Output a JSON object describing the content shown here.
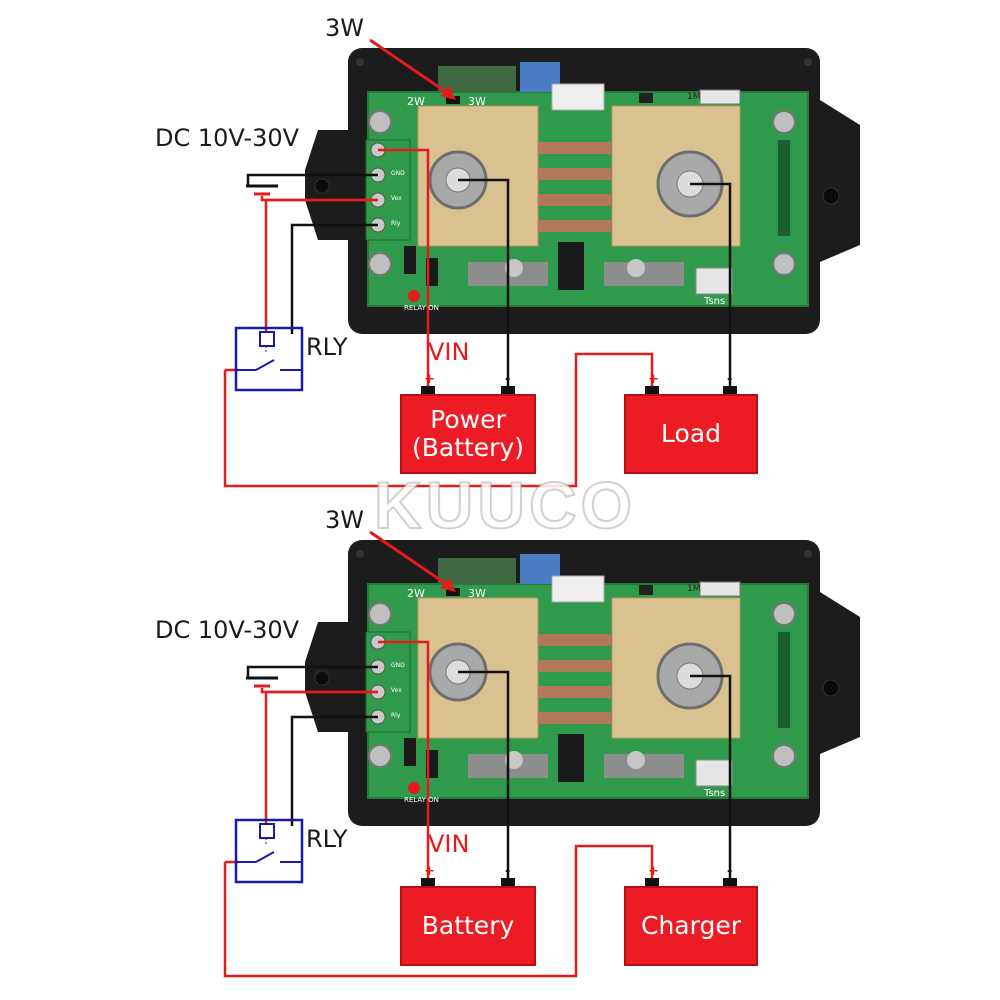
{
  "diagrams": [
    {
      "jumper_callout": "3W",
      "jumper_left": "2W",
      "jumper_right": "3W",
      "dc_supply_label": "DC 10V-30V",
      "relay_label": "RLY",
      "vin_label": "VIN",
      "left_box_label": "Power\n(Battery)",
      "right_box_label": "Load",
      "plus_sign": "+",
      "minus_sign": "-",
      "sensor_label": "Tsns",
      "relay_led_label": "RELAY ON",
      "resistor_label": "1M",
      "terminal_labels": [
        "GND",
        "Vex",
        "Rly"
      ]
    },
    {
      "jumper_callout": "3W",
      "jumper_left": "2W",
      "jumper_right": "3W",
      "dc_supply_label": "DC 10V-30V",
      "relay_label": "RLY",
      "vin_label": "VIN",
      "left_box_label": "Battery",
      "right_box_label": "Charger",
      "plus_sign": "+",
      "minus_sign": "-",
      "sensor_label": "Tsns",
      "relay_led_label": "RELAY ON",
      "resistor_label": "1M",
      "terminal_labels": [
        "GND",
        "Vex",
        "Rly"
      ]
    }
  ],
  "watermark": "KUUCO",
  "colors": {
    "wire_red": "#e31b1b",
    "wire_black": "#111111",
    "relay_blue": "#1a1aa8",
    "box_red": "#ed1c24",
    "pcb_green": "#2f9a4c",
    "shunt_brass": "#d9c28f",
    "case_black": "#1c1c1c"
  }
}
